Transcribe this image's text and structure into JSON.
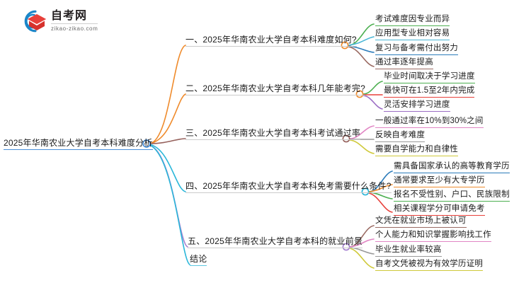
{
  "logo": {
    "title": "自考网",
    "subtitle": "zikao-zikao.com",
    "mark_name": "zikao-graduation-cap-logo"
  },
  "mindmap": {
    "root": {
      "label": "2025年华南农业大学自考本科难度分析",
      "color": "#4a90d9"
    },
    "branches": [
      {
        "label": "一、2025年华南农业大学自考本科难度如何?",
        "color": "#ef8b2c",
        "children": [
          {
            "label": "考试难度因专业而异",
            "color": "#4caf50"
          },
          {
            "label": "应用型专业相对容易",
            "color": "#49b6d6"
          },
          {
            "label": "复习与备考需付出努力",
            "color": "#2b7bba"
          },
          {
            "label": "通过率逐年提高",
            "color": "#9a6a62"
          }
        ]
      },
      {
        "label": "二、2025年华南农业大学自考本科几年能考完?",
        "color": "#ef8b2c",
        "children": [
          {
            "label": "毕业时间取决于学习进度",
            "color": "#4caf50"
          },
          {
            "label": "最快可在1.5至2年内完成",
            "color": "#e8403a"
          },
          {
            "label": "灵活安排学习进度",
            "color": "#9b6cc4"
          }
        ]
      },
      {
        "label": "三、2025年华南农业大学自考本科考试通过率",
        "color": "#96615c",
        "children": [
          {
            "label": "一般通过率在10%到30%之间",
            "color": "#e186c4"
          },
          {
            "label": "反映自考难度",
            "color": "#9a9a9a"
          },
          {
            "label": "需要自学能力和自律性",
            "color": "#cfc93a"
          }
        ]
      },
      {
        "label": "四、2025年华南农业大学自考本科免考需要什么条件?",
        "color": "#2ab6d9",
        "children": [
          {
            "label": "需具备国家承认的高等教育学历",
            "color": "#2b7bba"
          },
          {
            "label": "通常要求至少有大专学历",
            "color": "#ef8b2c"
          },
          {
            "label": "报名不受性别、户口、民族限制",
            "color": "#4caf50"
          },
          {
            "label": "相关课程学分可申请免考",
            "color": "#e8403a"
          }
        ]
      },
      {
        "label": "五、2025年华南农业大学自考本科的就业前景",
        "color": "#a37fd0",
        "children": [
          {
            "label": "文凭在就业市场上被认可",
            "color": "#9a6a62"
          },
          {
            "label": "个人能力和知识掌握影响找工作",
            "color": "#e186c4"
          },
          {
            "label": "毕业生就业率较高",
            "color": "#9a9a9a"
          },
          {
            "label": "自考文凭被视为有效学历证明",
            "color": "#cfc93a"
          }
        ]
      },
      {
        "label": "结论",
        "color": "#2ab6d9",
        "children": []
      }
    ]
  }
}
